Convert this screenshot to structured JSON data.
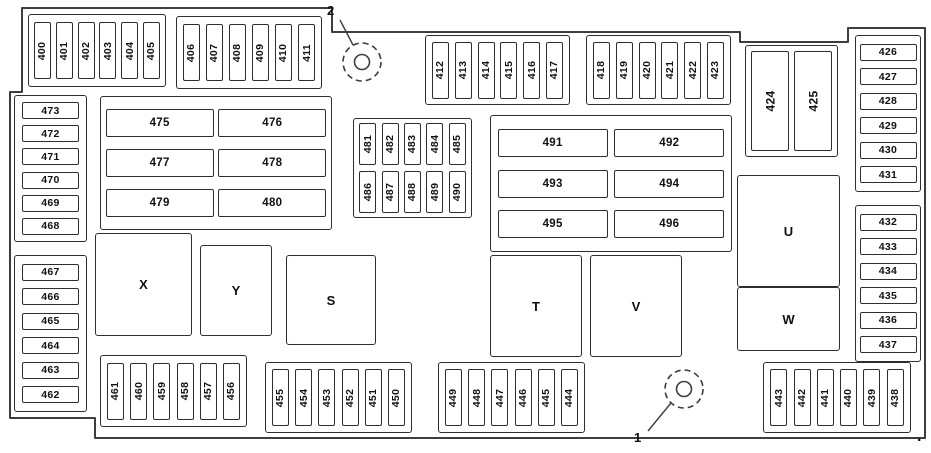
{
  "colors": {
    "background": "#ffffff",
    "line": "#3d3d3d",
    "text": "#111111"
  },
  "markers": {
    "m1": {
      "label": "1"
    },
    "m2": {
      "label": "2"
    }
  },
  "footer": {
    "dot": "."
  },
  "relays": {
    "S": "S",
    "T": "T",
    "U": "U",
    "V": "V",
    "W": "W",
    "X": "X",
    "Y": "Y"
  },
  "fuse_groups": {
    "g400": [
      "400",
      "401",
      "402",
      "403",
      "404",
      "405"
    ],
    "g406": [
      "406",
      "407",
      "408",
      "409",
      "410",
      "411"
    ],
    "g412": [
      "412",
      "413",
      "414",
      "415",
      "416",
      "417"
    ],
    "g418": [
      "418",
      "419",
      "420",
      "421",
      "422",
      "423"
    ],
    "g424": [
      "424",
      "425"
    ],
    "g426": [
      "426",
      "427",
      "428",
      "429",
      "430",
      "431"
    ],
    "g432": [
      "432",
      "433",
      "434",
      "435",
      "436",
      "437"
    ],
    "g473": [
      "473",
      "472",
      "471",
      "470",
      "469",
      "468"
    ],
    "g467": [
      "467",
      "466",
      "465",
      "464",
      "463",
      "462"
    ],
    "g475": [
      "475",
      "476",
      "477",
      "478",
      "479",
      "480"
    ],
    "g481": [
      "481",
      "482",
      "483",
      "484",
      "485"
    ],
    "g486": [
      "486",
      "487",
      "488",
      "489",
      "490"
    ],
    "g491": [
      "491",
      "492",
      "493",
      "494",
      "495",
      "496"
    ],
    "g461": [
      "461",
      "460",
      "459",
      "458",
      "457",
      "456"
    ],
    "g455": [
      "455",
      "454",
      "453",
      "452",
      "451",
      "450"
    ],
    "g449": [
      "449",
      "448",
      "447",
      "446",
      "445",
      "444"
    ],
    "g443": [
      "443",
      "442",
      "441",
      "440",
      "439",
      "438"
    ]
  }
}
